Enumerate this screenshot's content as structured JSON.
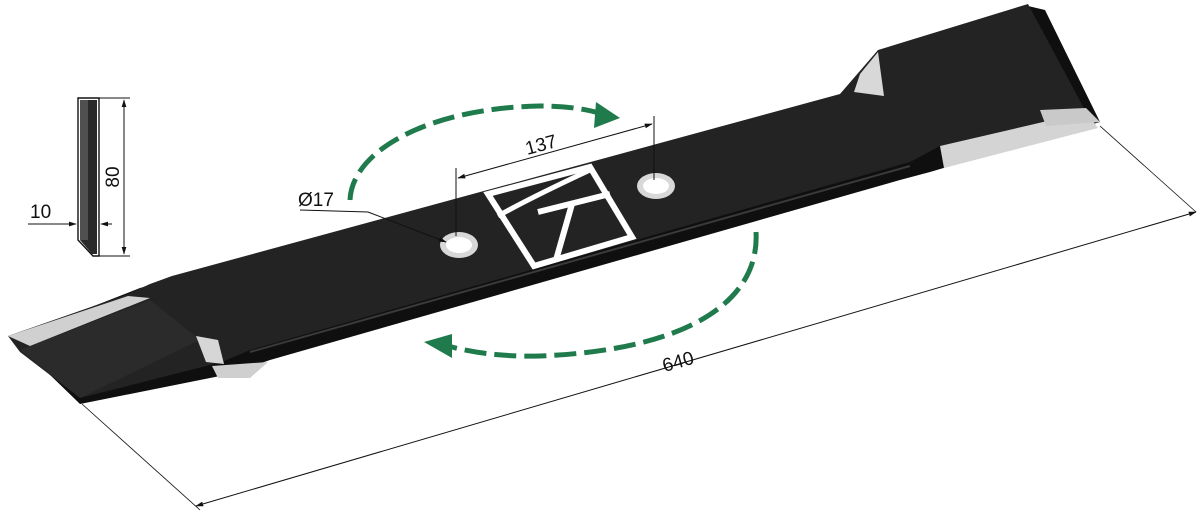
{
  "dimensions": {
    "thickness": "10",
    "width": "80",
    "hole_diameter": "Ø17",
    "hole_spacing": "137",
    "length": "640"
  },
  "colors": {
    "blade": "#1a1a1a",
    "bevel": "#d4d4d4",
    "arrow": "#1f7a4c",
    "logo": "#ffffff",
    "dim_line": "#111111"
  },
  "icons": {
    "rotation_arrows": "curved-dashed-arrows",
    "logo": "blade-brand-logo"
  }
}
